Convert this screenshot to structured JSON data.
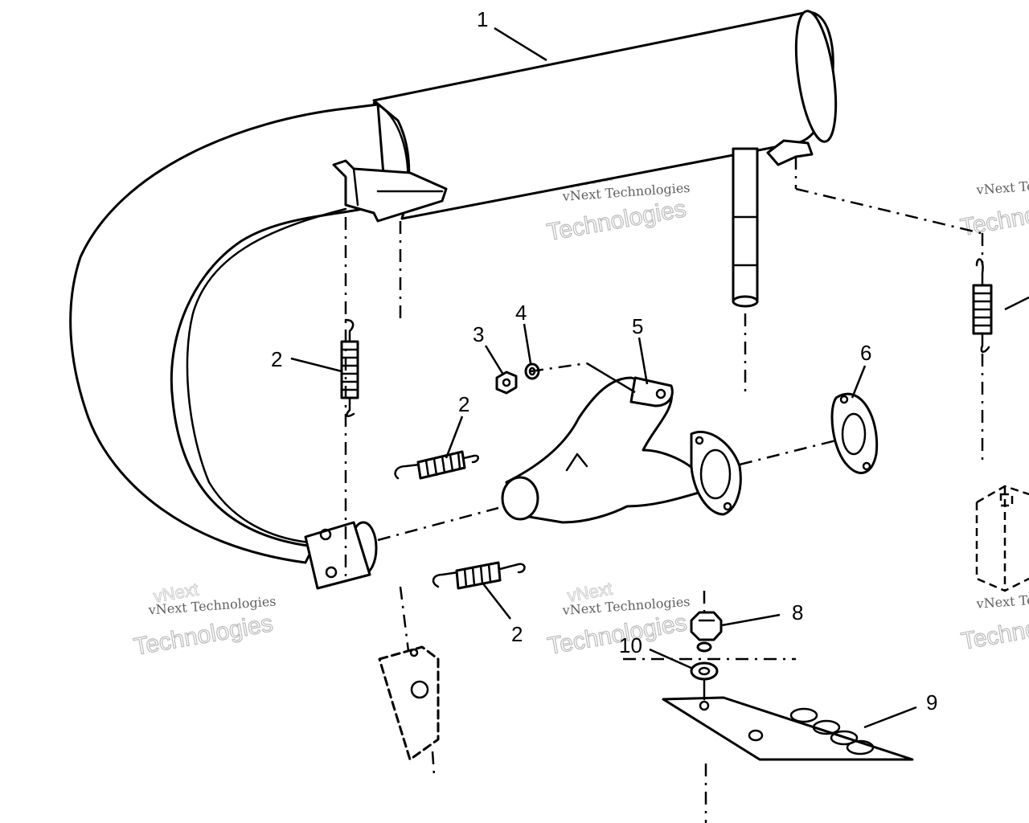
{
  "callouts": [
    {
      "id": "c1",
      "label": "1"
    },
    {
      "id": "c2a",
      "label": "2"
    },
    {
      "id": "c2b",
      "label": "2"
    },
    {
      "id": "c2c",
      "label": "2"
    },
    {
      "id": "c3",
      "label": "3"
    },
    {
      "id": "c4",
      "label": "4"
    },
    {
      "id": "c5",
      "label": "5"
    },
    {
      "id": "c6",
      "label": "6"
    },
    {
      "id": "c8",
      "label": "8"
    },
    {
      "id": "c9",
      "label": "9"
    },
    {
      "id": "c10",
      "label": "10"
    }
  ],
  "watermark": {
    "small_text": "vNext Technologies",
    "large_line1": "vNext",
    "large_line2": "Technologies"
  }
}
